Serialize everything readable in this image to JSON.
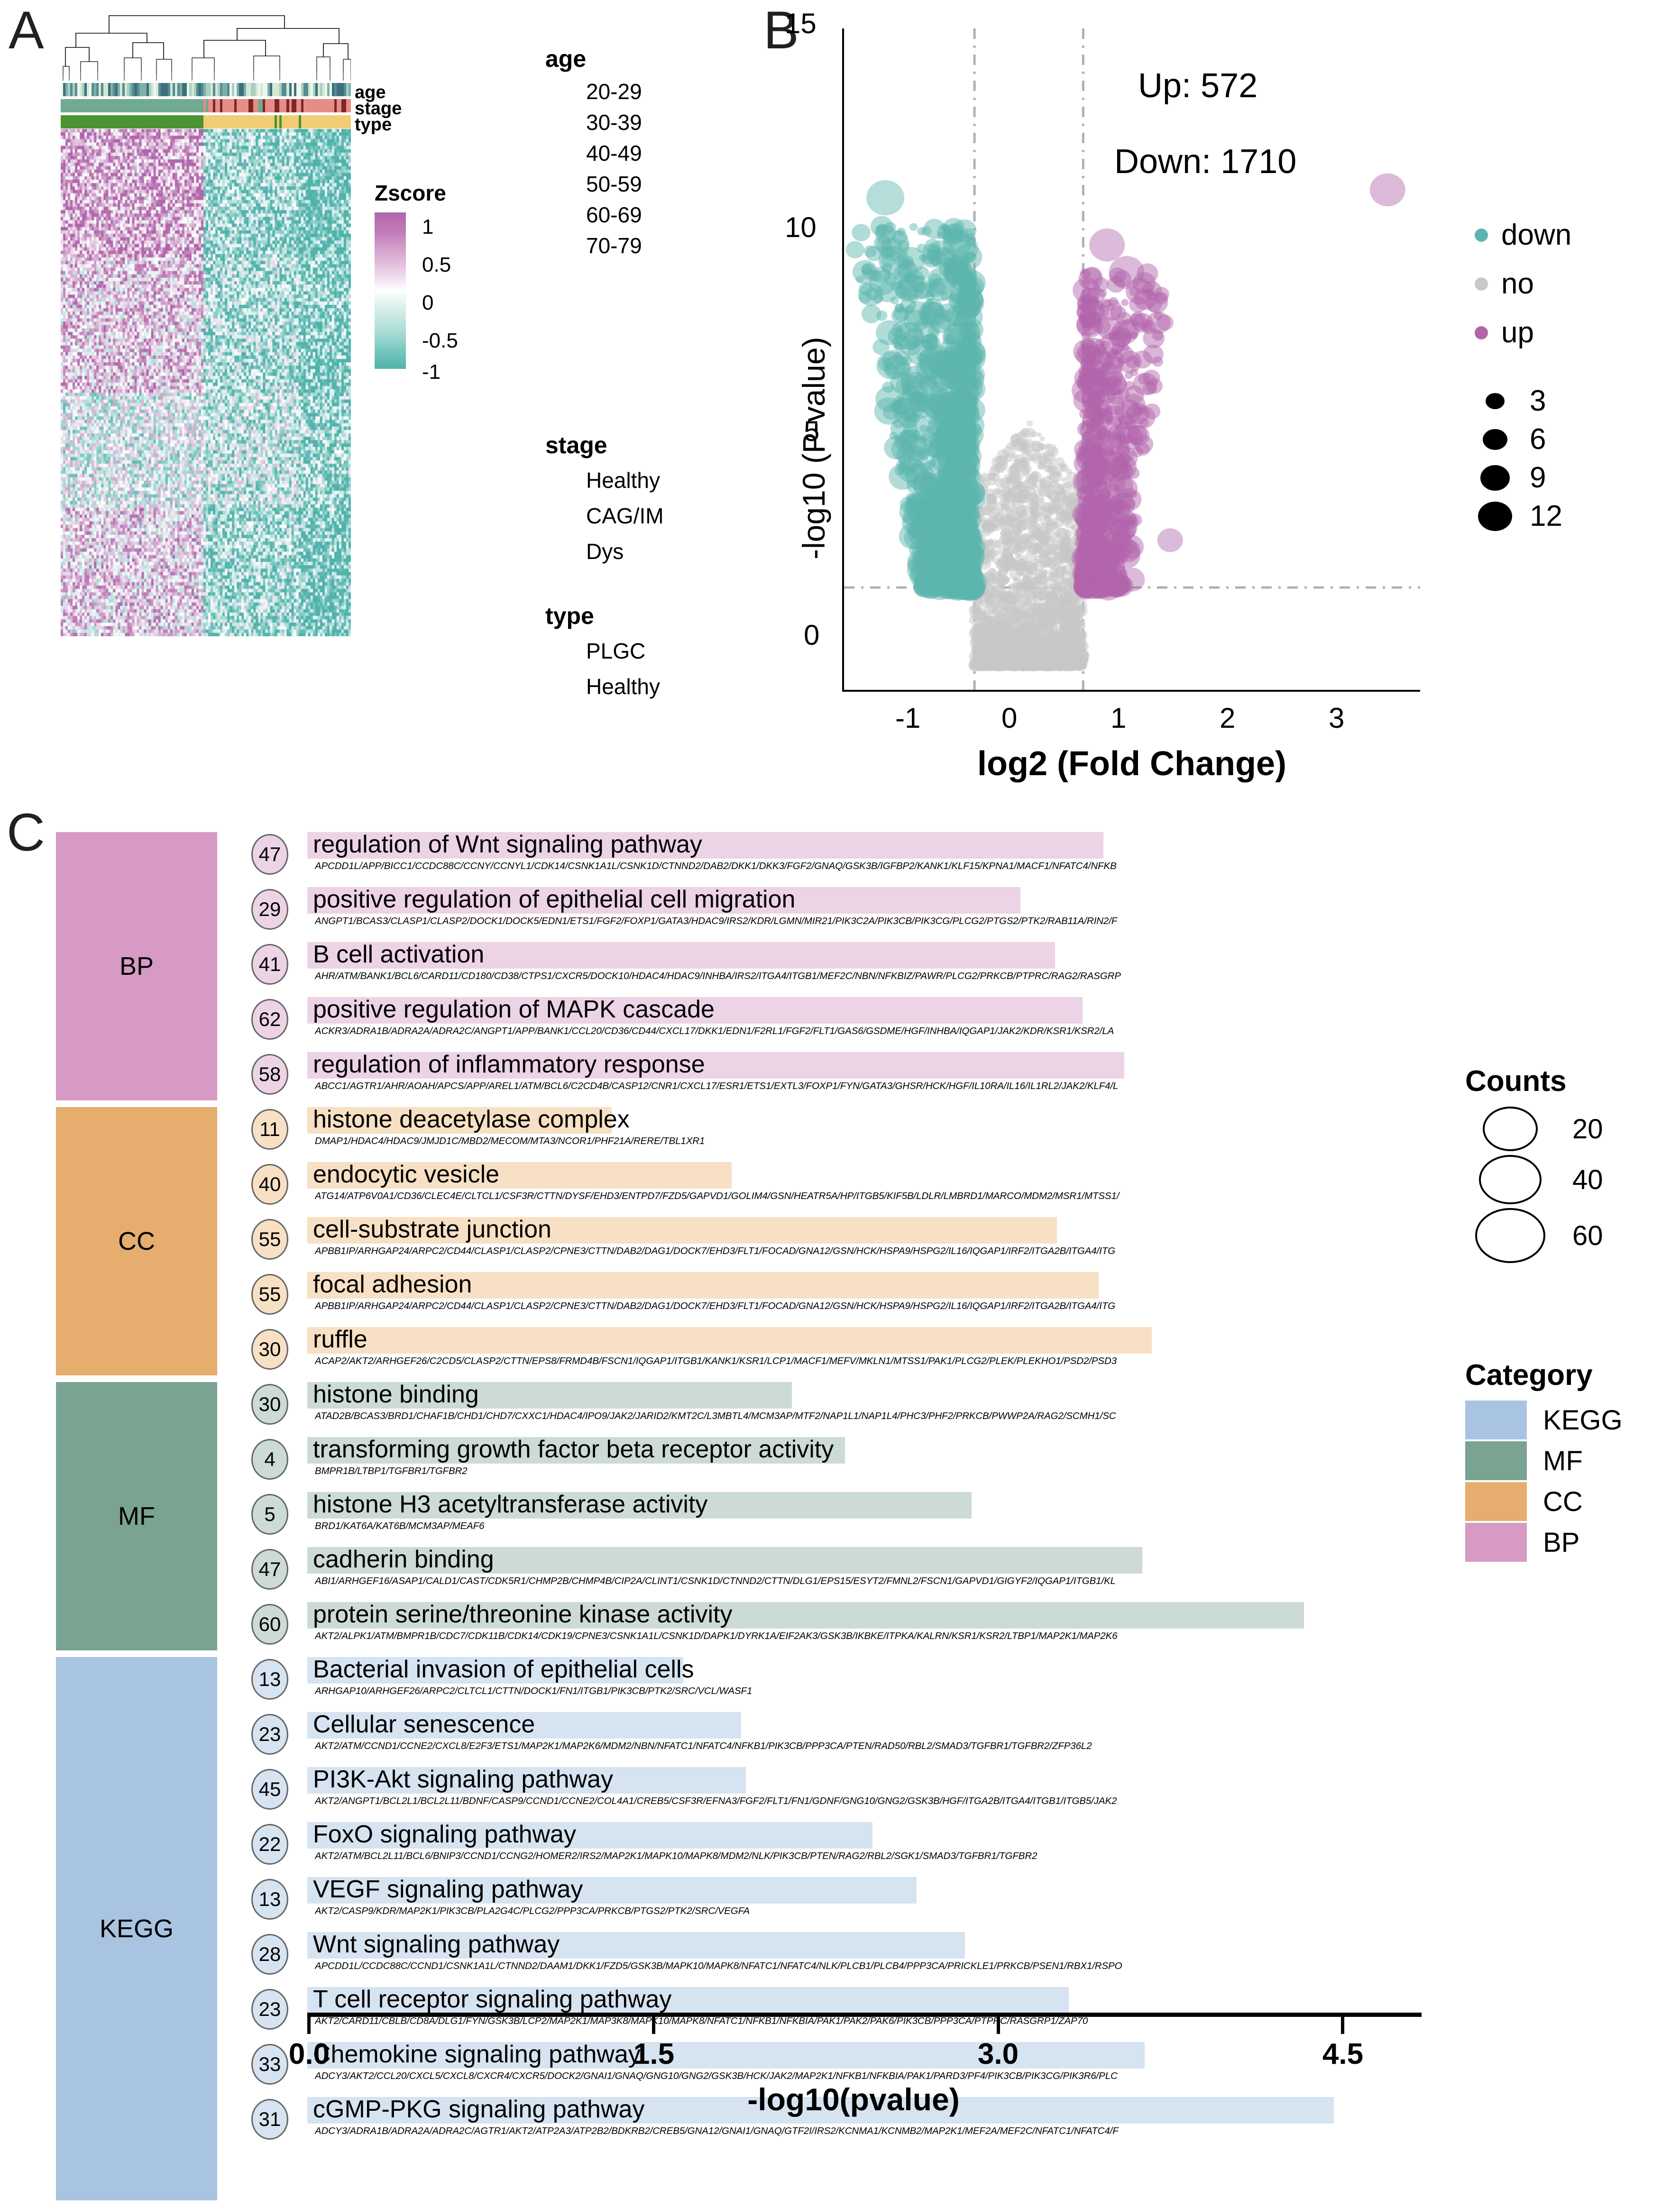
{
  "panels": {
    "a": "A",
    "b": "B",
    "c": "C"
  },
  "panelA": {
    "annotation_labels": [
      "age",
      "stage",
      "type"
    ],
    "zscore": {
      "title": "Zscore",
      "ticks": [
        "1",
        "0.5",
        "0",
        "-0.5",
        "-1"
      ],
      "high_color": "#b265ab",
      "mid_color": "#ffffff",
      "low_color": "#4fb3ab"
    },
    "legends": [
      {
        "title": "age",
        "items": [
          {
            "label": "20-29",
            "color": "#eef7ee"
          },
          {
            "label": "30-39",
            "color": "#d5e8d4"
          },
          {
            "label": "40-49",
            "color": "#a8cfc2"
          },
          {
            "label": "50-59",
            "color": "#7cb0ab"
          },
          {
            "label": "60-69",
            "color": "#548e93"
          },
          {
            "label": "70-79",
            "color": "#3d707c"
          }
        ]
      },
      {
        "title": "stage",
        "items": [
          {
            "label": "Healthy",
            "color": "#70aa92"
          },
          {
            "label": "CAG/IM",
            "color": "#e58d86"
          },
          {
            "label": "Dys",
            "color": "#7d2727"
          }
        ]
      },
      {
        "title": "type",
        "items": [
          {
            "label": "PLGC",
            "color": "#f3cc76"
          },
          {
            "label": "Healthy",
            "color": "#4a9431"
          }
        ]
      }
    ]
  },
  "panelB": {
    "annotations": {
      "up": "Up: 572",
      "down": "Down: 1710"
    },
    "chart_data": {
      "type": "scatter",
      "title": "",
      "xlabel": "log2 (Fold Change)",
      "ylabel": "-log10 (P-value)",
      "xlim": [
        -1.7,
        3.6
      ],
      "ylim": [
        -0.6,
        16.2
      ],
      "xticks": [
        "-1",
        "0",
        "1",
        "2",
        "3"
      ],
      "xtickvals": [
        -1,
        0,
        1,
        2,
        3
      ],
      "yticks": [
        "0",
        "5",
        "10",
        "15"
      ],
      "ytickvals": [
        0,
        5,
        10,
        15
      ],
      "vlines": [
        -0.5,
        0.5
      ],
      "hline": 2.0,
      "counts": {
        "up": 572,
        "down": 1710
      },
      "size_field": "Counts",
      "size_breaks": [
        3,
        6,
        9,
        12
      ],
      "groups": [
        {
          "name": "down",
          "color": "#5cb5ae",
          "n": 1710
        },
        {
          "name": "no",
          "color": "#c8c8c8",
          "n": 0
        },
        {
          "name": "up",
          "color": "#b265ab",
          "n": 572
        }
      ],
      "notable_points": [
        {
          "x": 3.3,
          "y": 12.1,
          "group": "up",
          "size": 9
        },
        {
          "x": -1.32,
          "y": 11.9,
          "group": "down",
          "size": 10
        },
        {
          "x": -1.25,
          "y": 10.7,
          "group": "down",
          "size": 8
        },
        {
          "x": 0.72,
          "y": 10.7,
          "group": "up",
          "size": 9
        },
        {
          "x": 0.9,
          "y": 10.0,
          "group": "up",
          "size": 9
        },
        {
          "x": 1.3,
          "y": 3.2,
          "group": "up",
          "size": 5
        },
        {
          "x": 0.95,
          "y": 2.2,
          "group": "up",
          "size": 5
        }
      ]
    },
    "legend": {
      "color_items": [
        {
          "label": "down",
          "color": "#5cb5ae"
        },
        {
          "label": "no",
          "color": "#c8c8c8"
        },
        {
          "label": "up",
          "color": "#b265ab"
        }
      ],
      "size_items": [
        "3",
        "6",
        "9",
        "12"
      ]
    }
  },
  "panelC": {
    "chart_data": {
      "type": "bar",
      "xlabel": "-log10(pvalue)",
      "xlim": [
        0,
        4.85
      ],
      "xticks": [
        "0.0",
        "1.5",
        "3.0",
        "4.5"
      ],
      "xtickvals": [
        0.0,
        1.5,
        3.0,
        4.5
      ],
      "grid": false,
      "legend_position": "right"
    },
    "categories": [
      {
        "name": "BP",
        "color": "#d69ac4",
        "bar_color": "#ecd3e6",
        "rows": 5
      },
      {
        "name": "CC",
        "color": "#e5ad6e",
        "bar_color": "#f7e0c4",
        "rows": 5
      },
      {
        "name": "MF",
        "color": "#7ba391",
        "bar_color": "#ccdbd3",
        "rows": 5
      },
      {
        "name": "KEGG",
        "color": "#a8c4e0",
        "bar_color": "#d6e3f1",
        "rows": 10
      }
    ],
    "rows": [
      {
        "category": "BP",
        "count": "47",
        "term": "regulation of Wnt signaling pathway",
        "value": 3.45,
        "genes": "APCDD1L/APP/BICC1/CCDC88C/CCNY/CCNYL1/CDK14/CSNK1A1L/CSNK1D/CTNND2/DAB2/DKK1/DKK3/FGF2/GNAQ/GSK3B/IGFBP2/KANK1/KLF15/KPNA1/MACF1/NFATC4/NFKB"
      },
      {
        "category": "BP",
        "count": "29",
        "term": "positive regulation of epithelial cell migration",
        "value": 3.09,
        "genes": "ANGPT1/BCAS3/CLASP1/CLASP2/DOCK1/DOCK5/EDN1/ETS1/FGF2/FOXP1/GATA3/HDAC9/IRS2/KDR/LGMN/MIR21/PIK3C2A/PIK3CB/PIK3CG/PLCG2/PTGS2/PTK2/RAB11A/RIN2/F"
      },
      {
        "category": "BP",
        "count": "41",
        "term": "B cell activation",
        "value": 3.24,
        "genes": "AHR/ATM/BANK1/BCL6/CARD11/CD180/CD38/CTPS1/CXCR5/DOCK10/HDAC4/HDAC9/INHBA/IRS2/ITGA4/ITGB1/MEF2C/NBN/NFKBIZ/PAWR/PLCG2/PRKCB/PTPRC/RAG2/RASGRP"
      },
      {
        "category": "BP",
        "count": "62",
        "term": "positive regulation of MAPK cascade",
        "value": 3.36,
        "genes": "ACKR3/ADRA1B/ADRA2A/ADRA2C/ANGPT1/APP/BANK1/CCL20/CD36/CD44/CXCL17/DKK1/EDN1/F2RL1/FGF2/FLT1/GAS6/GSDME/HGF/INHBA/IQGAP1/JAK2/KDR/KSR1/KSR2/LA"
      },
      {
        "category": "BP",
        "count": "58",
        "term": "regulation of inflammatory response",
        "value": 3.54,
        "genes": "ABCC1/AGTR1/AHR/AOAH/APCS/APP/AREL1/ATM/BCL6/C2CD4B/CASP12/CNR1/CXCL17/ESR1/ETS1/EXTL3/FOXP1/FYN/GATA3/GHSR/HCK/HGF/IL10RA/IL16/IL1RL2/JAK2/KLF4/L"
      },
      {
        "category": "CC",
        "count": "11",
        "term": "histone deacetylase complex",
        "value": 1.32,
        "genes": "DMAP1/HDAC4/HDAC9/JMJD1C/MBD2/MECOM/MTA3/NCOR1/PHF21A/RERE/TBL1XR1"
      },
      {
        "category": "CC",
        "count": "40",
        "term": "endocytic vesicle",
        "value": 1.84,
        "genes": "ATG14/ATP6V0A1/CD36/CLEC4E/CLTCL1/CSF3R/CTTN/DYSF/EHD3/ENTPD7/FZD5/GAPVD1/GOLIM4/GSN/HEATR5A/HP/ITGB5/KIF5B/LDLR/LMBRD1/MARCO/MDM2/MSR1/MTSS1/"
      },
      {
        "category": "CC",
        "count": "55",
        "term": "cell-substrate junction",
        "value": 3.25,
        "genes": "APBB1IP/ARHGAP24/ARPC2/CD44/CLASP1/CLASP2/CPNE3/CTTN/DAB2/DAG1/DOCK7/EHD3/FLT1/FOCAD/GNA12/GSN/HCK/HSPA9/HSPG2/IL16/IQGAP1/IRF2/ITGA2B/ITGA4/ITG"
      },
      {
        "category": "CC",
        "count": "55",
        "term": "focal adhesion",
        "value": 3.43,
        "genes": "APBB1IP/ARHGAP24/ARPC2/CD44/CLASP1/CLASP2/CPNE3/CTTN/DAB2/DAG1/DOCK7/EHD3/FLT1/FOCAD/GNA12/GSN/HCK/HSPA9/HSPG2/IL16/IQGAP1/IRF2/ITGA2B/ITGA4/ITG"
      },
      {
        "category": "CC",
        "count": "30",
        "term": "ruffle",
        "value": 3.66,
        "genes": "ACAP2/AKT2/ARHGEF26/C2CD5/CLASP2/CTTN/EPS8/FRMD4B/FSCN1/IQGAP1/ITGB1/KANK1/KSR1/LCP1/MACF1/MEFV/MKLN1/MTSS1/PAK1/PLCG2/PLEK/PLEKHO1/PSD2/PSD3"
      },
      {
        "category": "MF",
        "count": "30",
        "term": "histone binding",
        "value": 2.1,
        "genes": "ATAD2B/BCAS3/BRD1/CHAF1B/CHD1/CHD7/CXXC1/HDAC4/IPO9/JAK2/JARID2/KMT2C/L3MBTL4/MCM3AP/MTF2/NAP1L1/NAP1L4/PHC3/PHF2/PRKCB/PWWP2A/RAG2/SCMH1/SC"
      },
      {
        "category": "MF",
        "count": "4",
        "term": "transforming growth factor beta receptor activity",
        "value": 2.33,
        "genes": "BMPR1B/LTBP1/TGFBR1/TGFBR2"
      },
      {
        "category": "MF",
        "count": "5",
        "term": "histone H3 acetyltransferase activity",
        "value": 2.88,
        "genes": "BRD1/KAT6A/KAT6B/MCM3AP/MEAF6"
      },
      {
        "category": "MF",
        "count": "47",
        "term": "cadherin binding",
        "value": 3.62,
        "genes": "ABI1/ARHGEF16/ASAP1/CALD1/CAST/CDK5R1/CHMP2B/CHMP4B/CIP2A/CLINT1/CSNK1D/CTNND2/CTTN/DLG1/EPS15/ESYT2/FMNL2/FSCN1/GAPVD1/GIGYF2/IQGAP1/ITGB1/KL"
      },
      {
        "category": "MF",
        "count": "60",
        "term": "protein serine/threonine kinase activity",
        "value": 4.32,
        "genes": "AKT2/ALPK1/ATM/BMPR1B/CDC7/CDK11B/CDK14/CDK19/CPNE3/CSNK1A1L/CSNK1D/DAPK1/DYRK1A/EIF2AK3/GSK3B/IKBKE/ITPKA/KALRN/KSR1/KSR2/LTBP1/MAP2K1/MAP2K6"
      },
      {
        "category": "KEGG",
        "count": "13",
        "term": "Bacterial invasion of epithelial cells",
        "value": 1.63,
        "genes": "ARHGAP10/ARHGEF26/ARPC2/CLTCL1/CTTN/DOCK1/FN1/ITGB1/PIK3CB/PTK2/SRC/VCL/WASF1"
      },
      {
        "category": "KEGG",
        "count": "23",
        "term": "Cellular senescence",
        "value": 1.88,
        "genes": "AKT2/ATM/CCND1/CCNE2/CXCL8/E2F3/ETS1/MAP2K1/MAP2K6/MDM2/NBN/NFATC1/NFATC4/NFKB1/PIK3CB/PPP3CA/PTEN/RAD50/RBL2/SMAD3/TGFBR1/TGFBR2/ZFP36L2"
      },
      {
        "category": "KEGG",
        "count": "45",
        "term": "PI3K-Akt signaling pathway",
        "value": 1.9,
        "genes": "AKT2/ANGPT1/BCL2L1/BCL2L11/BDNF/CASP9/CCND1/CCNE2/COL4A1/CREB5/CSF3R/EFNA3/FGF2/FLT1/FN1/GDNF/GNG10/GNG2/GSK3B/HGF/ITGA2B/ITGA4/ITGB1/ITGB5/JAK2"
      },
      {
        "category": "KEGG",
        "count": "22",
        "term": "FoxO signaling pathway",
        "value": 2.45,
        "genes": "AKT2/ATM/BCL2L11/BCL6/BNIP3/CCND1/CCNG2/HOMER2/IRS2/MAP2K1/MAPK10/MAPK8/MDM2/NLK/PIK3CB/PTEN/RAG2/RBL2/SGK1/SMAD3/TGFBR1/TGFBR2"
      },
      {
        "category": "KEGG",
        "count": "13",
        "term": "VEGF signaling pathway",
        "value": 2.64,
        "genes": "AKT2/CASP9/KDR/MAP2K1/PIK3CB/PLA2G4C/PLCG2/PPP3CA/PRKCB/PTGS2/PTK2/SRC/VEGFA"
      },
      {
        "category": "KEGG",
        "count": "28",
        "term": "Wnt signaling pathway",
        "value": 2.85,
        "genes": "APCDD1L/CCDC88C/CCND1/CSNK1A1L/CTNND2/DAAM1/DKK1/FZD5/GSK3B/MAPK10/MAPK8/NFATC1/NFATC4/NLK/PLCB1/PLCB4/PPP3CA/PRICKLE1/PRKCB/PSEN1/RBX1/RSPO"
      },
      {
        "category": "KEGG",
        "count": "23",
        "term": "T cell receptor signaling pathway",
        "value": 3.3,
        "genes": "AKT2/CARD11/CBLB/CD8A/DLG1/FYN/GSK3B/LCP2/MAP2K1/MAP3K8/MAPK10/MAPK8/NFATC1/NFKB1/NFKBIA/PAK1/PAK2/PAK6/PIK3CB/PPP3CA/PTPRC/RASGRP1/ZAP70"
      },
      {
        "category": "KEGG",
        "count": "33",
        "term": "Chemokine signaling pathway",
        "value": 3.63,
        "genes": "ADCY3/AKT2/CCL20/CXCL5/CXCL8/CXCR4/CXCR5/DOCK2/GNAI1/GNAQ/GNG10/GNG2/GSK3B/HCK/JAK2/MAP2K1/NFKB1/NFKBIA/PAK1/PARD3/PF4/PIK3CB/PIK3CG/PIK3R6/PLC"
      },
      {
        "category": "KEGG",
        "count": "31",
        "term": "cGMP-PKG signaling pathway",
        "value": 4.45,
        "genes": "ADCY3/ADRA1B/ADRA2A/ADRA2C/AGTR1/AKT2/ATP2A3/ATP2B2/BDKRB2/CREB5/GNA12/GNAI1/GNAQ/GTF2I/IRS2/KCNMA1/KCNMB2/MAP2K1/MEF2A/MEF2C/NFATC1/NFATC4/F"
      }
    ],
    "counts_legend": {
      "title": "Counts",
      "items": [
        "20",
        "40",
        "60"
      ]
    },
    "category_legend": {
      "title": "Category",
      "items": [
        {
          "label": "KEGG",
          "color": "#a8c4e0"
        },
        {
          "label": "MF",
          "color": "#7ba391"
        },
        {
          "label": "CC",
          "color": "#e5ad6e"
        },
        {
          "label": "BP",
          "color": "#d69ac4"
        }
      ]
    }
  }
}
